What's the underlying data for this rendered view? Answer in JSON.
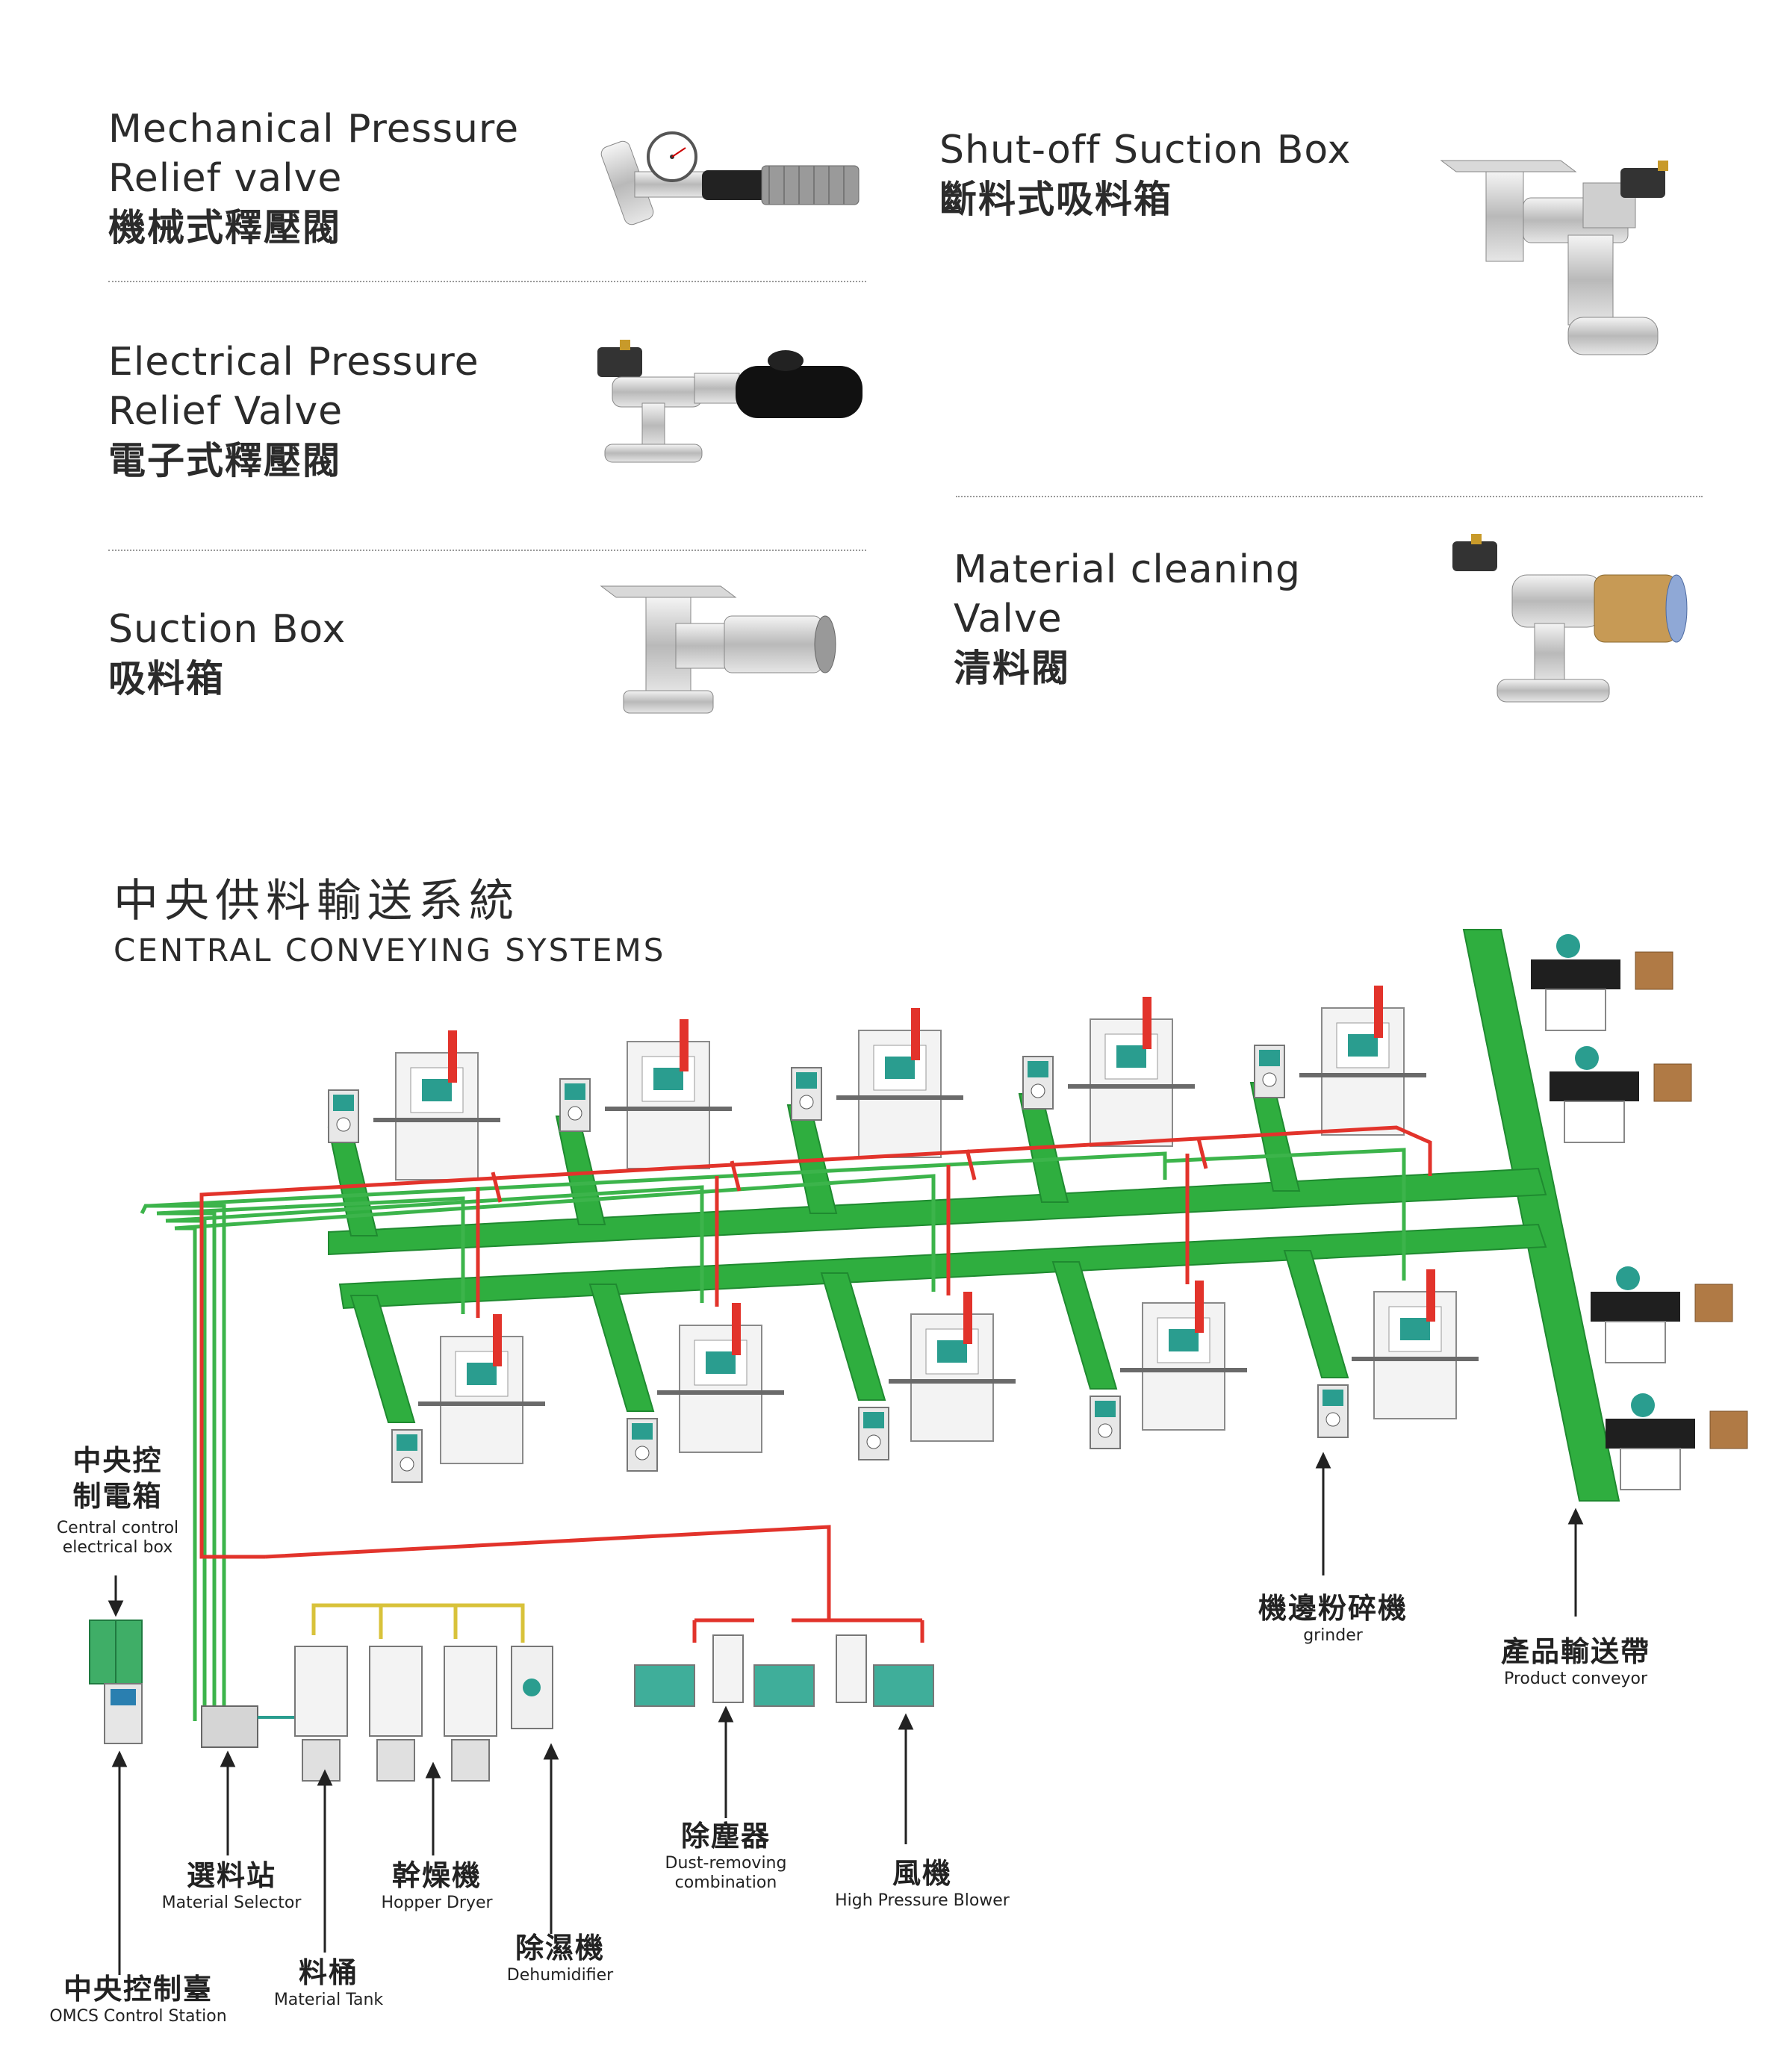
{
  "products": [
    {
      "id": "mech",
      "name_lines": [
        "Mechanical Pressure",
        "Relief valve"
      ],
      "name_zh": "機械式釋壓閥"
    },
    {
      "id": "elec",
      "name_lines": [
        "Electrical Pressure",
        "Relief Valve"
      ],
      "name_zh": "電子式釋壓閥"
    },
    {
      "id": "suction",
      "name_lines": [
        "Suction Box"
      ],
      "name_zh": "吸料箱"
    },
    {
      "id": "shutoff",
      "name_lines": [
        "Shut-off Suction Box"
      ],
      "name_zh": "斷料式吸料箱"
    },
    {
      "id": "cleaning",
      "name_lines": [
        "Material cleaning",
        "Valve"
      ],
      "name_zh": "清料閥"
    }
  ],
  "section": {
    "title_zh": "中央供料輸送系統",
    "title_en": "CENTRAL CONVEYING SYSTEMS"
  },
  "callouts": {
    "control_box": {
      "zh": [
        "中央控",
        "制電箱"
      ],
      "en": [
        "Central control",
        "electrical box"
      ]
    },
    "control_station": {
      "zh": "中央控制臺",
      "en": "OMCS Control Station"
    },
    "selector": {
      "zh": "選料站",
      "en": "Material Selector"
    },
    "tank": {
      "zh": "料桶",
      "en": "Material Tank"
    },
    "dryer": {
      "zh": "幹燥機",
      "en": "Hopper Dryer"
    },
    "dehumidifier": {
      "zh": "除濕機",
      "en": "Dehumidifier"
    },
    "dust": {
      "zh": "除塵器",
      "en": [
        "Dust-removing",
        "combination"
      ]
    },
    "blower": {
      "zh": "風機",
      "en": "High Pressure Blower"
    },
    "grinder": {
      "zh": "機邊粉碎機",
      "en": "grinder"
    },
    "conveyor": {
      "zh": "產品輸送帶",
      "en": "Product conveyor"
    }
  },
  "colors": {
    "belt": "#2fae3f",
    "belt_dark": "#1f8a30",
    "pipe_red": "#e2332b",
    "pipe_green": "#3cb44b",
    "pipe_yellow": "#d8c23a",
    "machine": "#f2f2f2",
    "accent": "#2a9d8f"
  }
}
